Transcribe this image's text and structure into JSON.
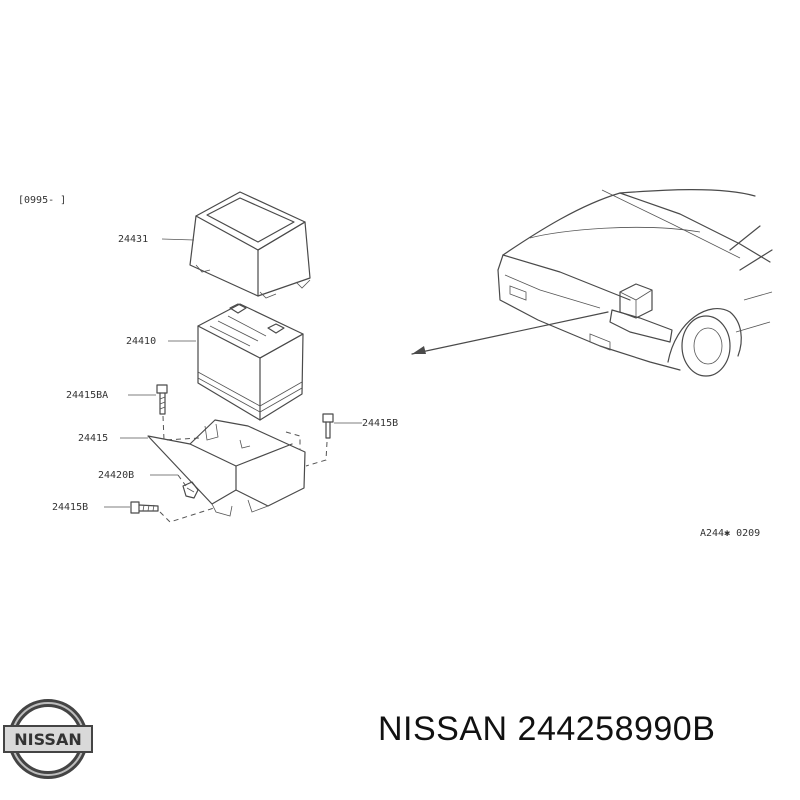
{
  "diagram": {
    "range_code": "[0995-        ]",
    "figure_code": "A244✱ 0209",
    "callouts": {
      "battery_cover": "24431",
      "battery": "24410",
      "bolt_top": "24415BA",
      "bolt_right": "24415B",
      "tray": "24415",
      "clamp": "24420B",
      "bolt_bottom": "24415B"
    }
  },
  "brand": {
    "logo_text": "NISSAN",
    "caption": "NISSAN 244258990B"
  },
  "colors": {
    "line": "#4a4a4a",
    "text": "#111111",
    "logo_dark": "#444444",
    "logo_light": "#d9d9d9"
  }
}
